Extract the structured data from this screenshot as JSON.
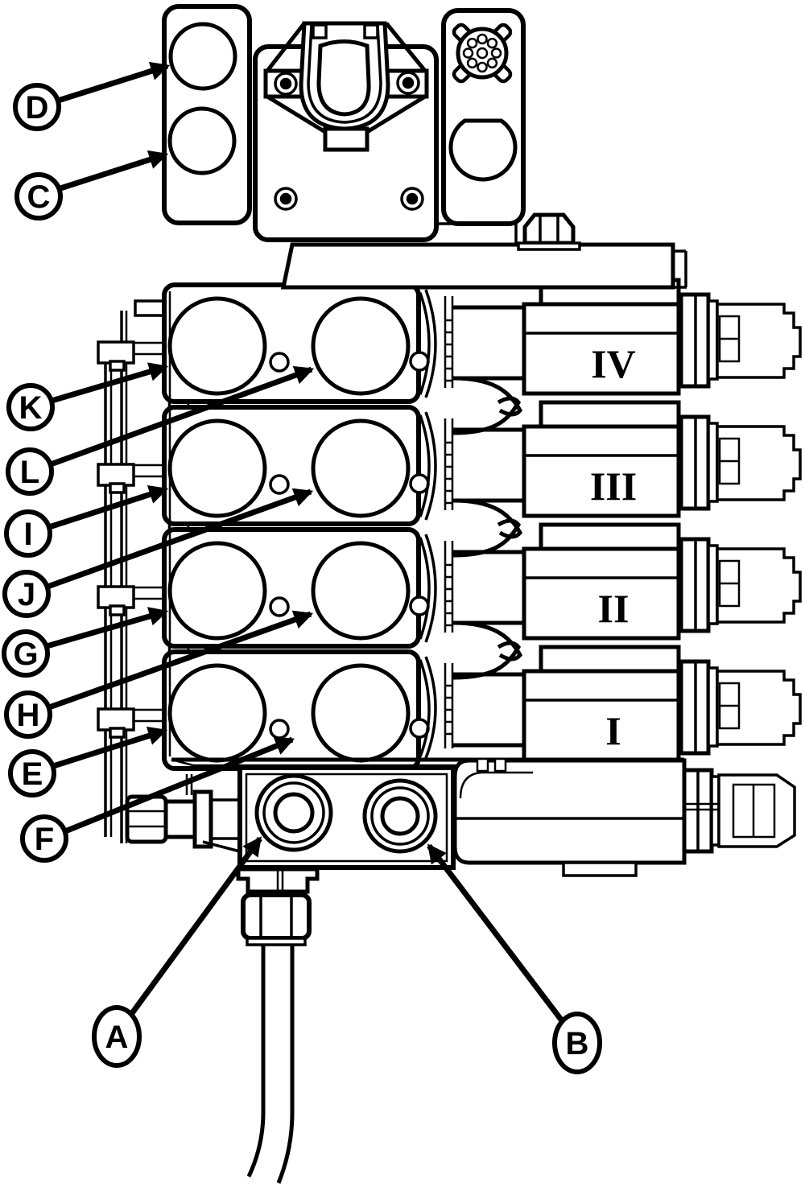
{
  "figure": {
    "kind": "technical-line-diagram",
    "description": "Side view of a four-section solenoid control valve assembly with lettered callouts",
    "background_color": "#ffffff",
    "line_color": "#000000",
    "callouts": [
      {
        "letter": "D"
      },
      {
        "letter": "C"
      },
      {
        "letter": "K"
      },
      {
        "letter": "L"
      },
      {
        "letter": "I"
      },
      {
        "letter": "J"
      },
      {
        "letter": "G"
      },
      {
        "letter": "H"
      },
      {
        "letter": "E"
      },
      {
        "letter": "F"
      },
      {
        "letter": "A"
      },
      {
        "letter": "B"
      }
    ],
    "valve_section_labels": [
      {
        "numeral": "IV"
      },
      {
        "numeral": "III"
      },
      {
        "numeral": "II"
      },
      {
        "numeral": "I"
      }
    ]
  }
}
